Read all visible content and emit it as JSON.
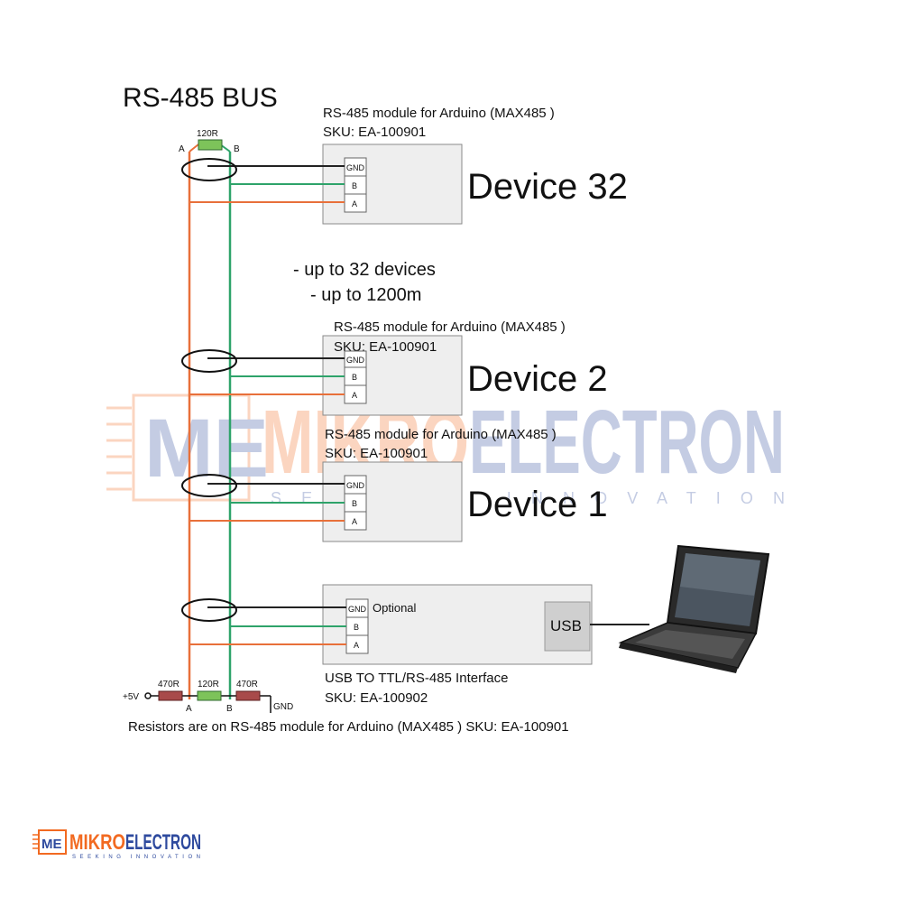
{
  "diagram": {
    "title": "RS-485 BUS",
    "notes": [
      "- up to 32 devices",
      "- up to 1200m"
    ],
    "footer": "Resistors are on RS-485 module for Arduino (MAX485 ) SKU: EA-100901",
    "top_resistor": {
      "value": "120R",
      "left": "A",
      "right": "B"
    },
    "pins": {
      "gnd": "GND",
      "b": "B",
      "a": "A"
    },
    "devices": [
      {
        "module": "RS-485 module for Arduino (MAX485 )",
        "sku": "SKU: EA-100901",
        "name": "Device 32"
      },
      {
        "module": "RS-485 module for Arduino (MAX485 )",
        "sku": "SKU: EA-100901",
        "name": "Device 2"
      },
      {
        "module": "RS-485 module for Arduino (MAX485 )",
        "sku": "SKU: EA-100901",
        "name": "Device 1"
      }
    ],
    "interface": {
      "optional": "Optional",
      "usb": "USB",
      "name": "USB TO TTL/RS-485 Interface",
      "sku": "SKU: EA-100902"
    },
    "bottom_resistors": {
      "vcc": "+5V",
      "r1": "470R",
      "r2": "120R",
      "r3": "470R",
      "gnd": "GND",
      "a": "A",
      "b": "B"
    },
    "colors": {
      "line_a": "#e8703a",
      "line_b": "#2ea36a",
      "line_gnd": "#222222",
      "resistor_green": "#7dc35a",
      "resistor_red": "#a84a4a",
      "box_fill": "#eeeeee",
      "usb_fill": "#cfcfcf",
      "brand_orange": "#f26a21",
      "brand_blue": "#2e4a9e"
    }
  },
  "watermark": {
    "text_a": "MIKRO",
    "text_b": "ELECTRON",
    "tagline": "SEEKING INNOVATION"
  },
  "logo": {
    "text_a": "MIKRO",
    "text_b": "ELECTRON",
    "tagline": "SEEKING INNOVATION"
  }
}
